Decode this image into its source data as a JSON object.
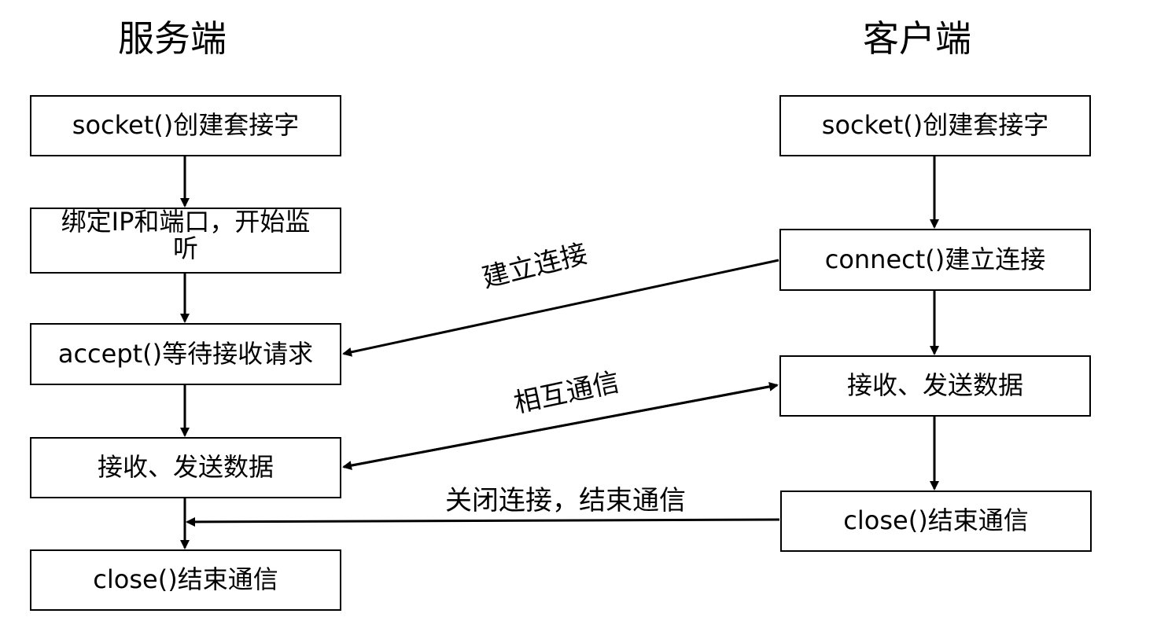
{
  "server": {
    "title": "服务端",
    "steps": [
      "socket()创建套接字",
      "绑定IP和端口，开始监听",
      "accept()等待接收请求",
      "接收、发送数据",
      "close()结束通信"
    ]
  },
  "client": {
    "title": "客户端",
    "steps": [
      "socket()创建套接字",
      "connect()建立连接",
      "接收、发送数据",
      "close()结束通信"
    ]
  },
  "links": {
    "connect": "建立连接",
    "communicate": "相互通信",
    "close": "关闭连接，结束通信"
  }
}
